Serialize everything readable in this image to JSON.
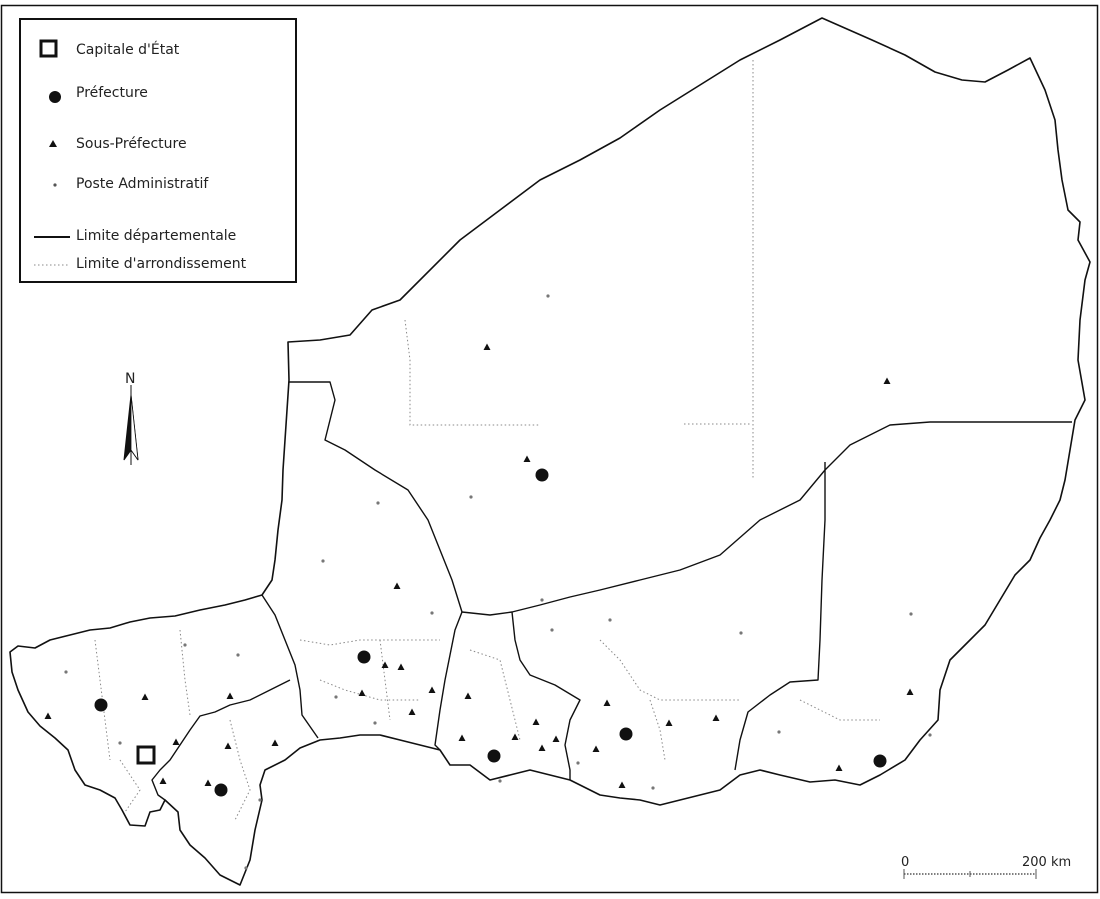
{
  "legend": {
    "items": [
      {
        "symbol": "square",
        "label": "Capitale d'État"
      },
      {
        "symbol": "circle",
        "label": "Préfecture"
      },
      {
        "symbol": "triangle",
        "label": "Sous-Préfecture"
      },
      {
        "symbol": "dot",
        "label": "Poste Administratif"
      },
      {
        "symbol": "solid-line",
        "label": "Limite départementale"
      },
      {
        "symbol": "dotted-line",
        "label": "Limite d'arrondissement"
      }
    ]
  },
  "north_arrow": {
    "label": "N"
  },
  "scale_bar": {
    "start_label": "0",
    "end_label": "200 km"
  },
  "colors": {
    "land": "#ffffff",
    "boundary": "#111111",
    "sub_boundary": "#777777",
    "symbol": "#111111"
  },
  "places": {
    "capital": [
      [
        146,
        755
      ]
    ],
    "prefecture": [
      [
        101,
        705
      ],
      [
        221,
        790
      ],
      [
        364,
        657
      ],
      [
        494,
        756
      ],
      [
        626,
        734
      ],
      [
        880,
        761
      ],
      [
        542,
        475
      ]
    ],
    "subprefecture": [
      [
        145,
        697
      ],
      [
        48,
        716
      ],
      [
        230,
        696
      ],
      [
        176,
        742
      ],
      [
        228,
        746
      ],
      [
        275,
        743
      ],
      [
        163,
        781
      ],
      [
        208,
        783
      ],
      [
        397,
        586
      ],
      [
        385,
        665
      ],
      [
        401,
        667
      ],
      [
        362,
        693
      ],
      [
        412,
        712
      ],
      [
        432,
        690
      ],
      [
        468,
        696
      ],
      [
        462,
        738
      ],
      [
        515,
        737
      ],
      [
        536,
        722
      ],
      [
        556,
        739
      ],
      [
        542,
        748
      ],
      [
        607,
        703
      ],
      [
        669,
        723
      ],
      [
        716,
        718
      ],
      [
        596,
        749
      ],
      [
        622,
        785
      ],
      [
        839,
        768
      ],
      [
        910,
        692
      ],
      [
        527,
        459
      ],
      [
        487,
        347
      ],
      [
        887,
        381
      ]
    ],
    "poste": [
      [
        548,
        296
      ],
      [
        471,
        497
      ],
      [
        378,
        503
      ],
      [
        323,
        561
      ],
      [
        432,
        613
      ],
      [
        542,
        600
      ],
      [
        610,
        620
      ],
      [
        552,
        630
      ],
      [
        741,
        633
      ],
      [
        911,
        614
      ],
      [
        185,
        645
      ],
      [
        238,
        655
      ],
      [
        66,
        672
      ],
      [
        120,
        743
      ],
      [
        246,
        868
      ],
      [
        336,
        697
      ],
      [
        375,
        723
      ],
      [
        500,
        781
      ],
      [
        578,
        763
      ],
      [
        653,
        788
      ],
      [
        779,
        732
      ],
      [
        930,
        735
      ],
      [
        260,
        800
      ]
    ]
  }
}
